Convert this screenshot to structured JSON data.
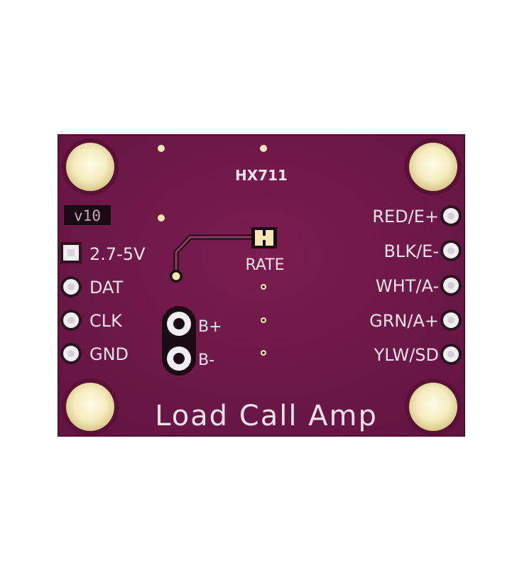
{
  "board": {
    "chip_label": "HX711",
    "version_label": "v10",
    "jumper_label": "RATE",
    "title": "Load Call Amp",
    "left_pins": [
      "2.7-5V",
      "DAT",
      "CLK",
      "GND"
    ],
    "right_pins": [
      "RED/E+",
      "BLK/E-",
      "WHT/A-",
      "GRN/A+",
      "YLW/SD"
    ],
    "bridge_pins": [
      "B+",
      "B-"
    ]
  },
  "colors": {
    "pcb": "#6e1846",
    "pcb_edge": "#5a1138",
    "silkscreen": "#e9e2ea",
    "gold": "#f3e7b4",
    "background": "#ffffff"
  }
}
